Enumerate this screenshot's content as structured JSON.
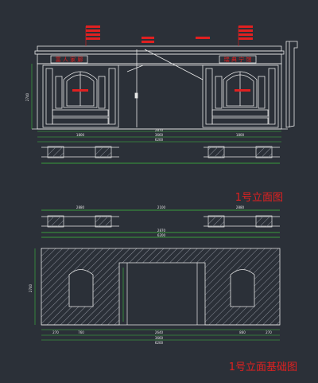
{
  "titles": {
    "elevation": "1号立面图",
    "foundation": "1号立面基础图"
  },
  "signage": {
    "left": "富 人 家 廊",
    "right": "瑞 典 宁 馆"
  },
  "colors": {
    "background": "#2b3038",
    "line": "#e8e8e8",
    "accent_red": "#e02020",
    "dim_green": "#3fbf3f",
    "hatch": "#8a8f99"
  },
  "dimensions": {
    "elev_top_left": "1800",
    "elev_top_right": "1800",
    "elev_total_mid": "2870",
    "elev_total": "3660",
    "elev_total_outer": "6200",
    "elev_height": "2740",
    "plan_left_a": "2880",
    "plan_right_a": "2880",
    "plan_mid": "2100",
    "plan_total": "2870",
    "plan_total_outer": "6200",
    "found_height": "2740",
    "found_mid": "2640",
    "found_total": "3660",
    "found_total_outer": "6200",
    "bottom_segments": [
      "270",
      "760",
      "860",
      "270"
    ]
  }
}
